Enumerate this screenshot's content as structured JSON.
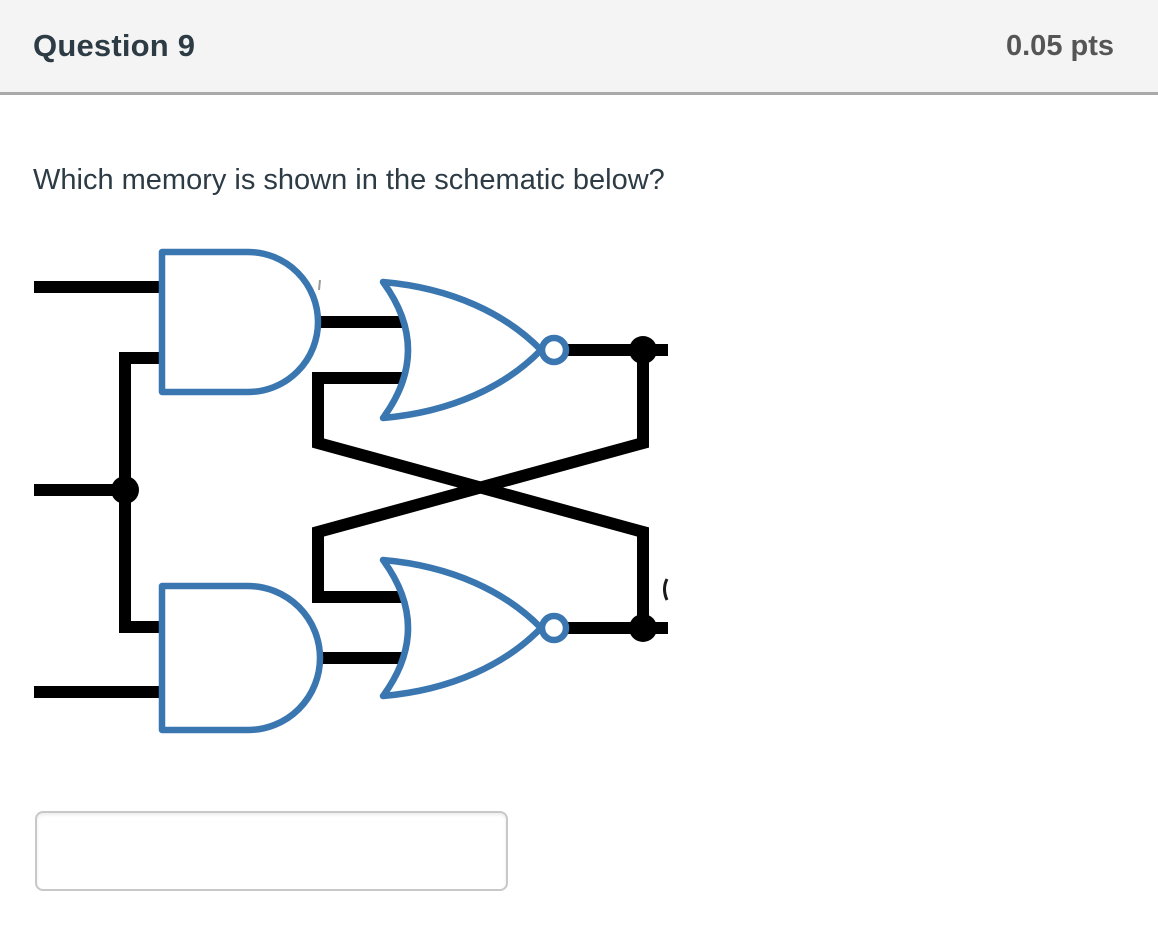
{
  "header": {
    "title": "Question 9",
    "points": "0.05 pts"
  },
  "question": {
    "text": "Which memory is shown in the schematic below?"
  },
  "schematic": {
    "gates": [
      "and-gate-top",
      "and-gate-bottom",
      "nor-gate-top",
      "nor-gate-bottom"
    ],
    "colors": {
      "gate_stroke": "#3a76b0",
      "wire": "#000000",
      "mark": "#1a1a1a",
      "tick": "#9a9a9a"
    }
  },
  "answer_input": {
    "value": "",
    "placeholder": ""
  }
}
